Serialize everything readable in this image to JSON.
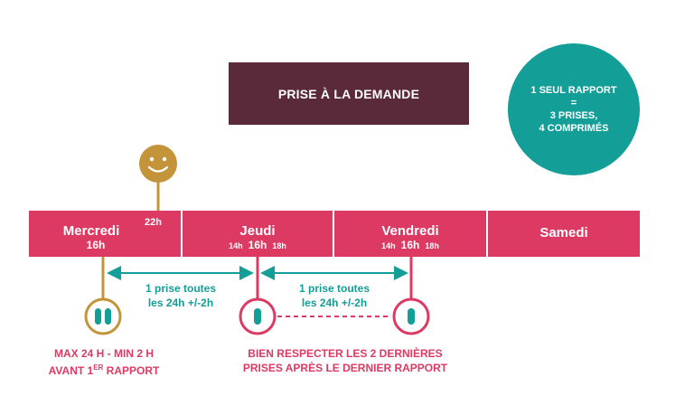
{
  "title": "PRISE À LA DEMANDE",
  "note": {
    "line1": "1 SEUL RAPPORT",
    "line2": "=",
    "line3": "3 PRISES,",
    "line4": "4 COMPRIMÉS"
  },
  "days": [
    {
      "name": "Mercredi",
      "time": "16h",
      "extra": "22h"
    },
    {
      "name": "Jeudi",
      "before": "14h",
      "time": "16h",
      "after": "18h"
    },
    {
      "name": "Vendredi",
      "before": "14h",
      "time": "16h",
      "after": "18h"
    },
    {
      "name": "Samedi"
    }
  ],
  "arrows": [
    {
      "line1": "1 prise toutes",
      "line2": "les 24h +/-2h"
    },
    {
      "line1": "1 prise toutes",
      "line2": "les 24h +/-2h"
    }
  ],
  "notes": {
    "first_line1": "MAX 24 H - MIN 2 H",
    "first_line2_a": "AVANT 1",
    "first_line2_sup": "ER",
    "first_line2_b": " RAPPORT",
    "last_line1": "BIEN RESPECTER LES 2 DERNIÈRES",
    "last_line2": "PRISES APRÈS LE DERNIER RAPPORT"
  },
  "colors": {
    "title_bg": "#5a2a3b",
    "note_bg": "#139e97",
    "day_bg": "#dd3a63",
    "gold": "#c4943a",
    "teal": "#139e97",
    "pink": "#dd3a63"
  }
}
